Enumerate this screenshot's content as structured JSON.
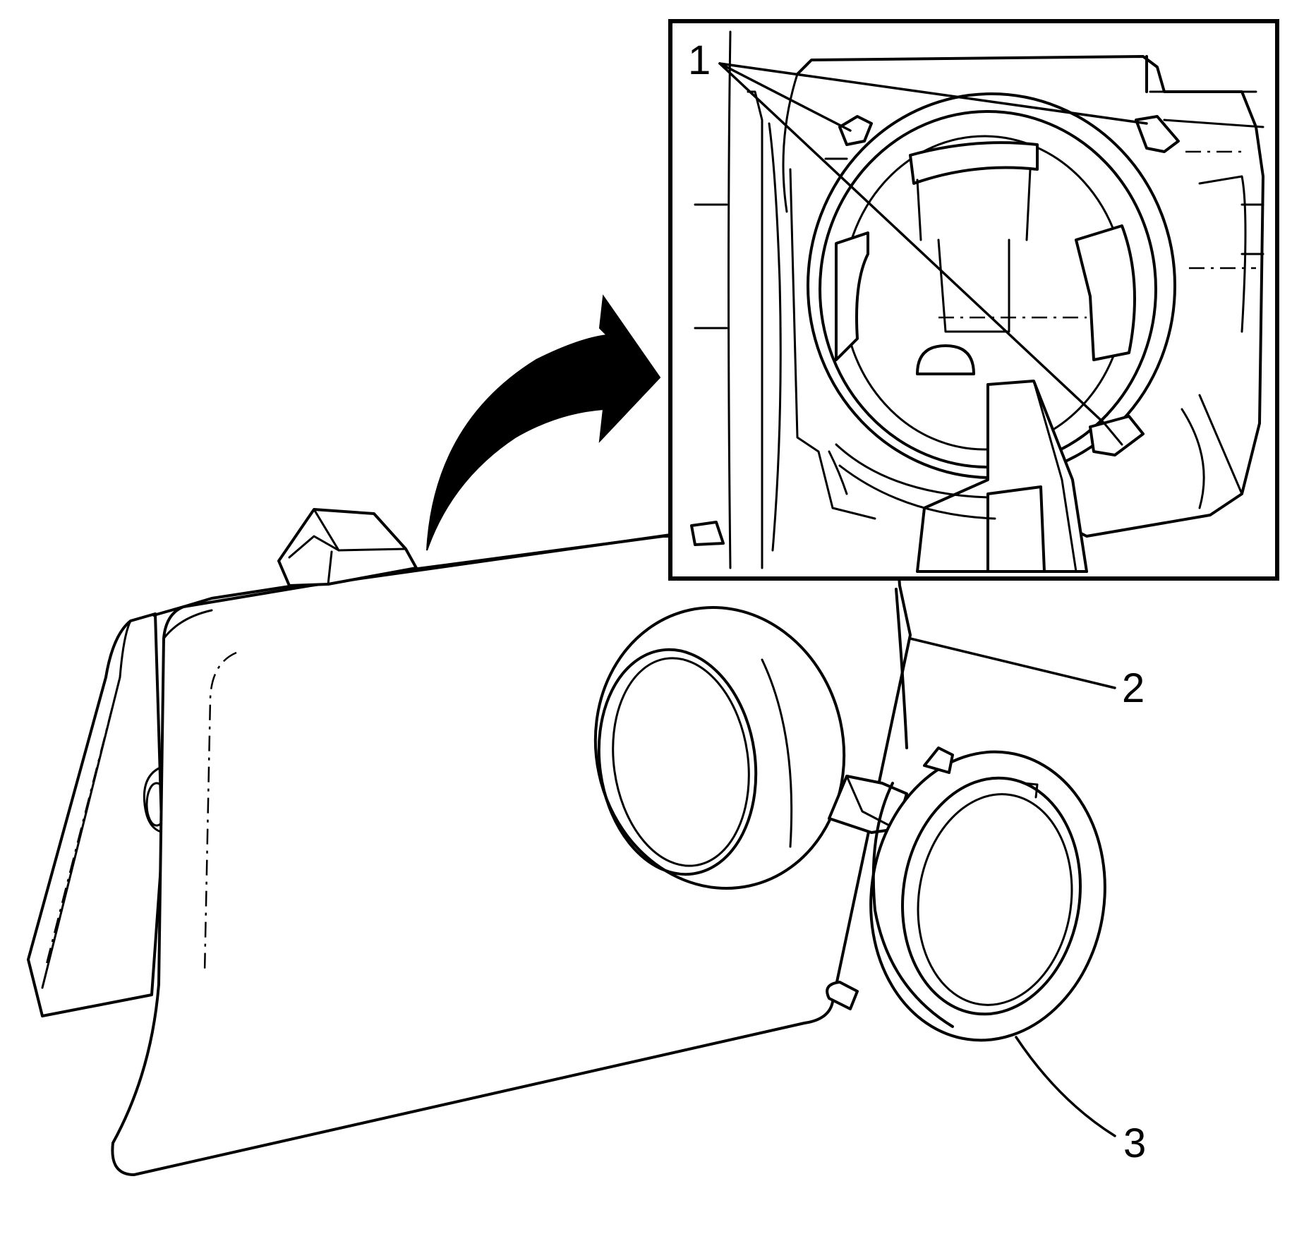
{
  "callouts": [
    {
      "id": "1",
      "label": "1"
    },
    {
      "id": "2",
      "label": "2"
    },
    {
      "id": "3",
      "label": "3"
    }
  ],
  "colors": {
    "line": "#000000",
    "background": "#ffffff"
  },
  "icons": {
    "arrow": "curved-arrow-icon"
  }
}
